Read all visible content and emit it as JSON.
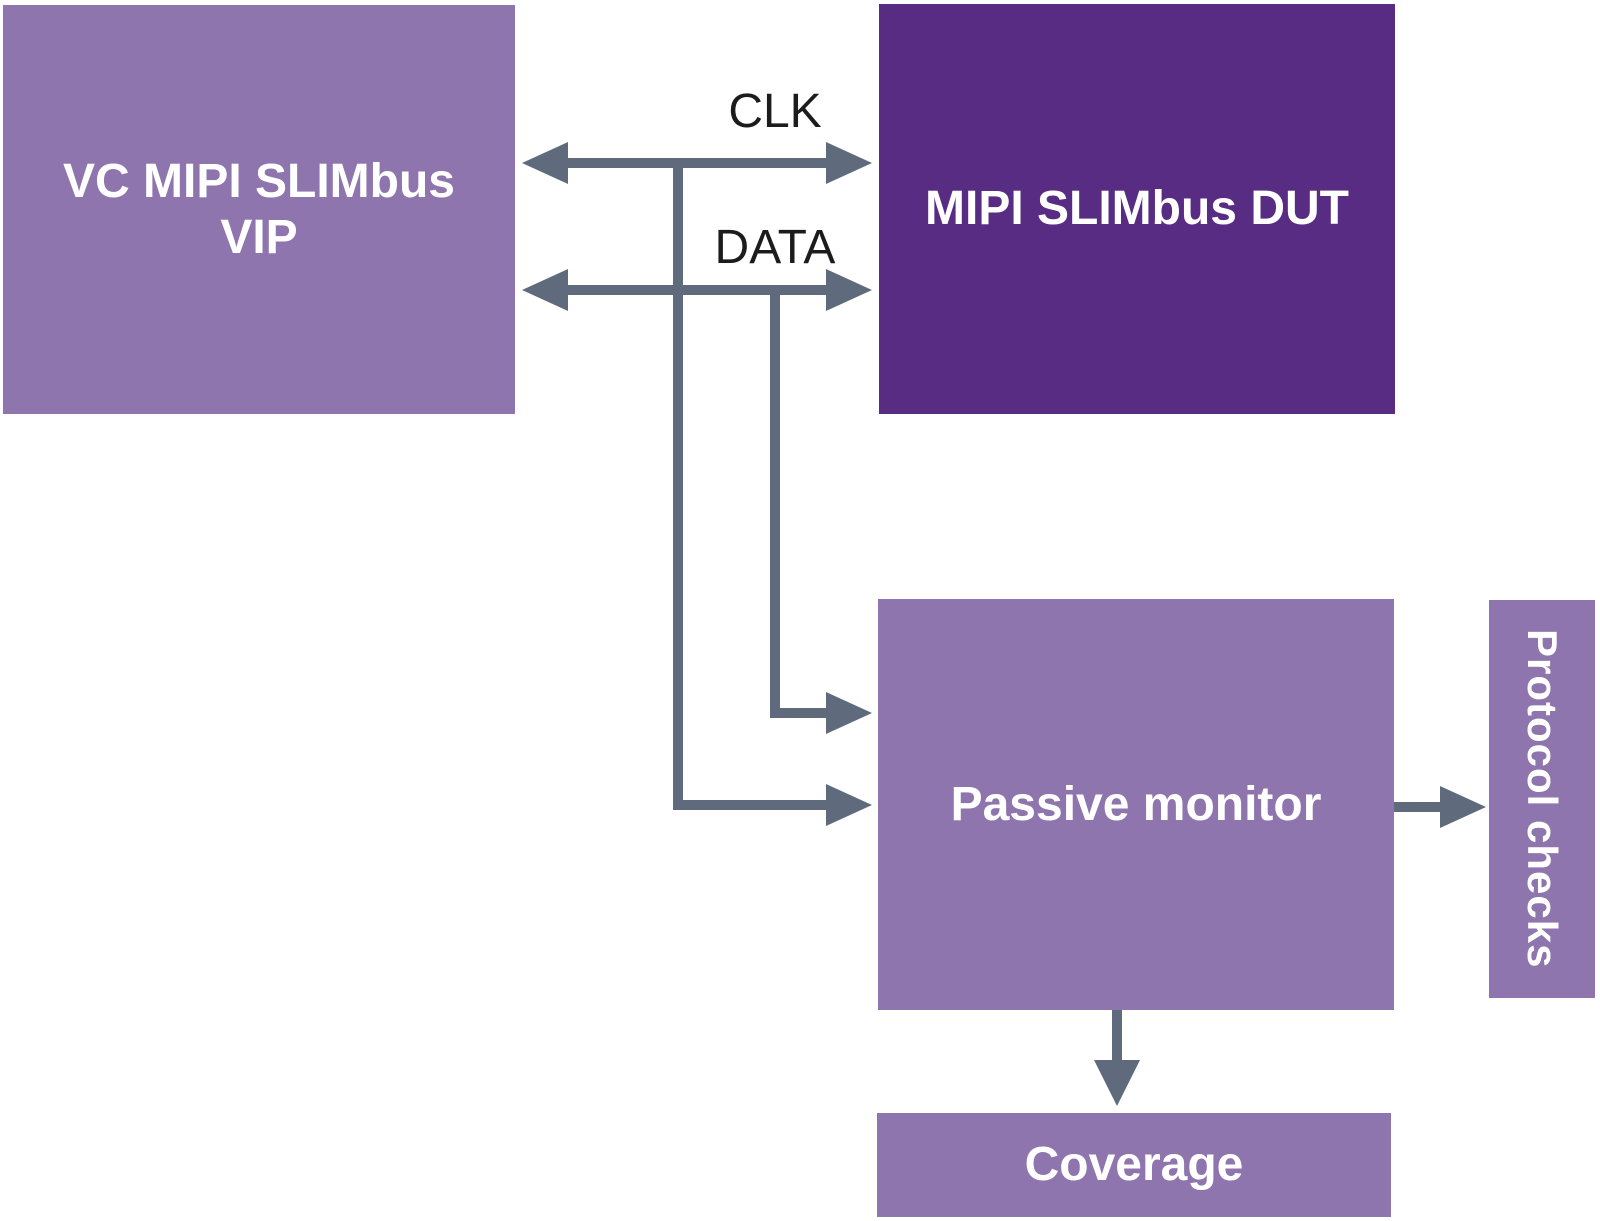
{
  "diagram": {
    "blocks": {
      "vip": {
        "label": "VC MIPI SLIMbus VIP"
      },
      "dut": {
        "label": "MIPI SLIMbus DUT"
      },
      "monitor": {
        "label": "Passive monitor"
      },
      "protocol": {
        "label": "Protocol checks"
      },
      "coverage": {
        "label": "Coverage"
      }
    },
    "signal_labels": {
      "clk": "CLK",
      "data": "DATA"
    },
    "colors": {
      "block_purple": "#8f75ae",
      "dut_purple": "#592c84",
      "connector": "#5f6b7d",
      "signal_text": "#1c1c1c",
      "block_text": "#ffffff",
      "background": "#ffffff"
    }
  }
}
